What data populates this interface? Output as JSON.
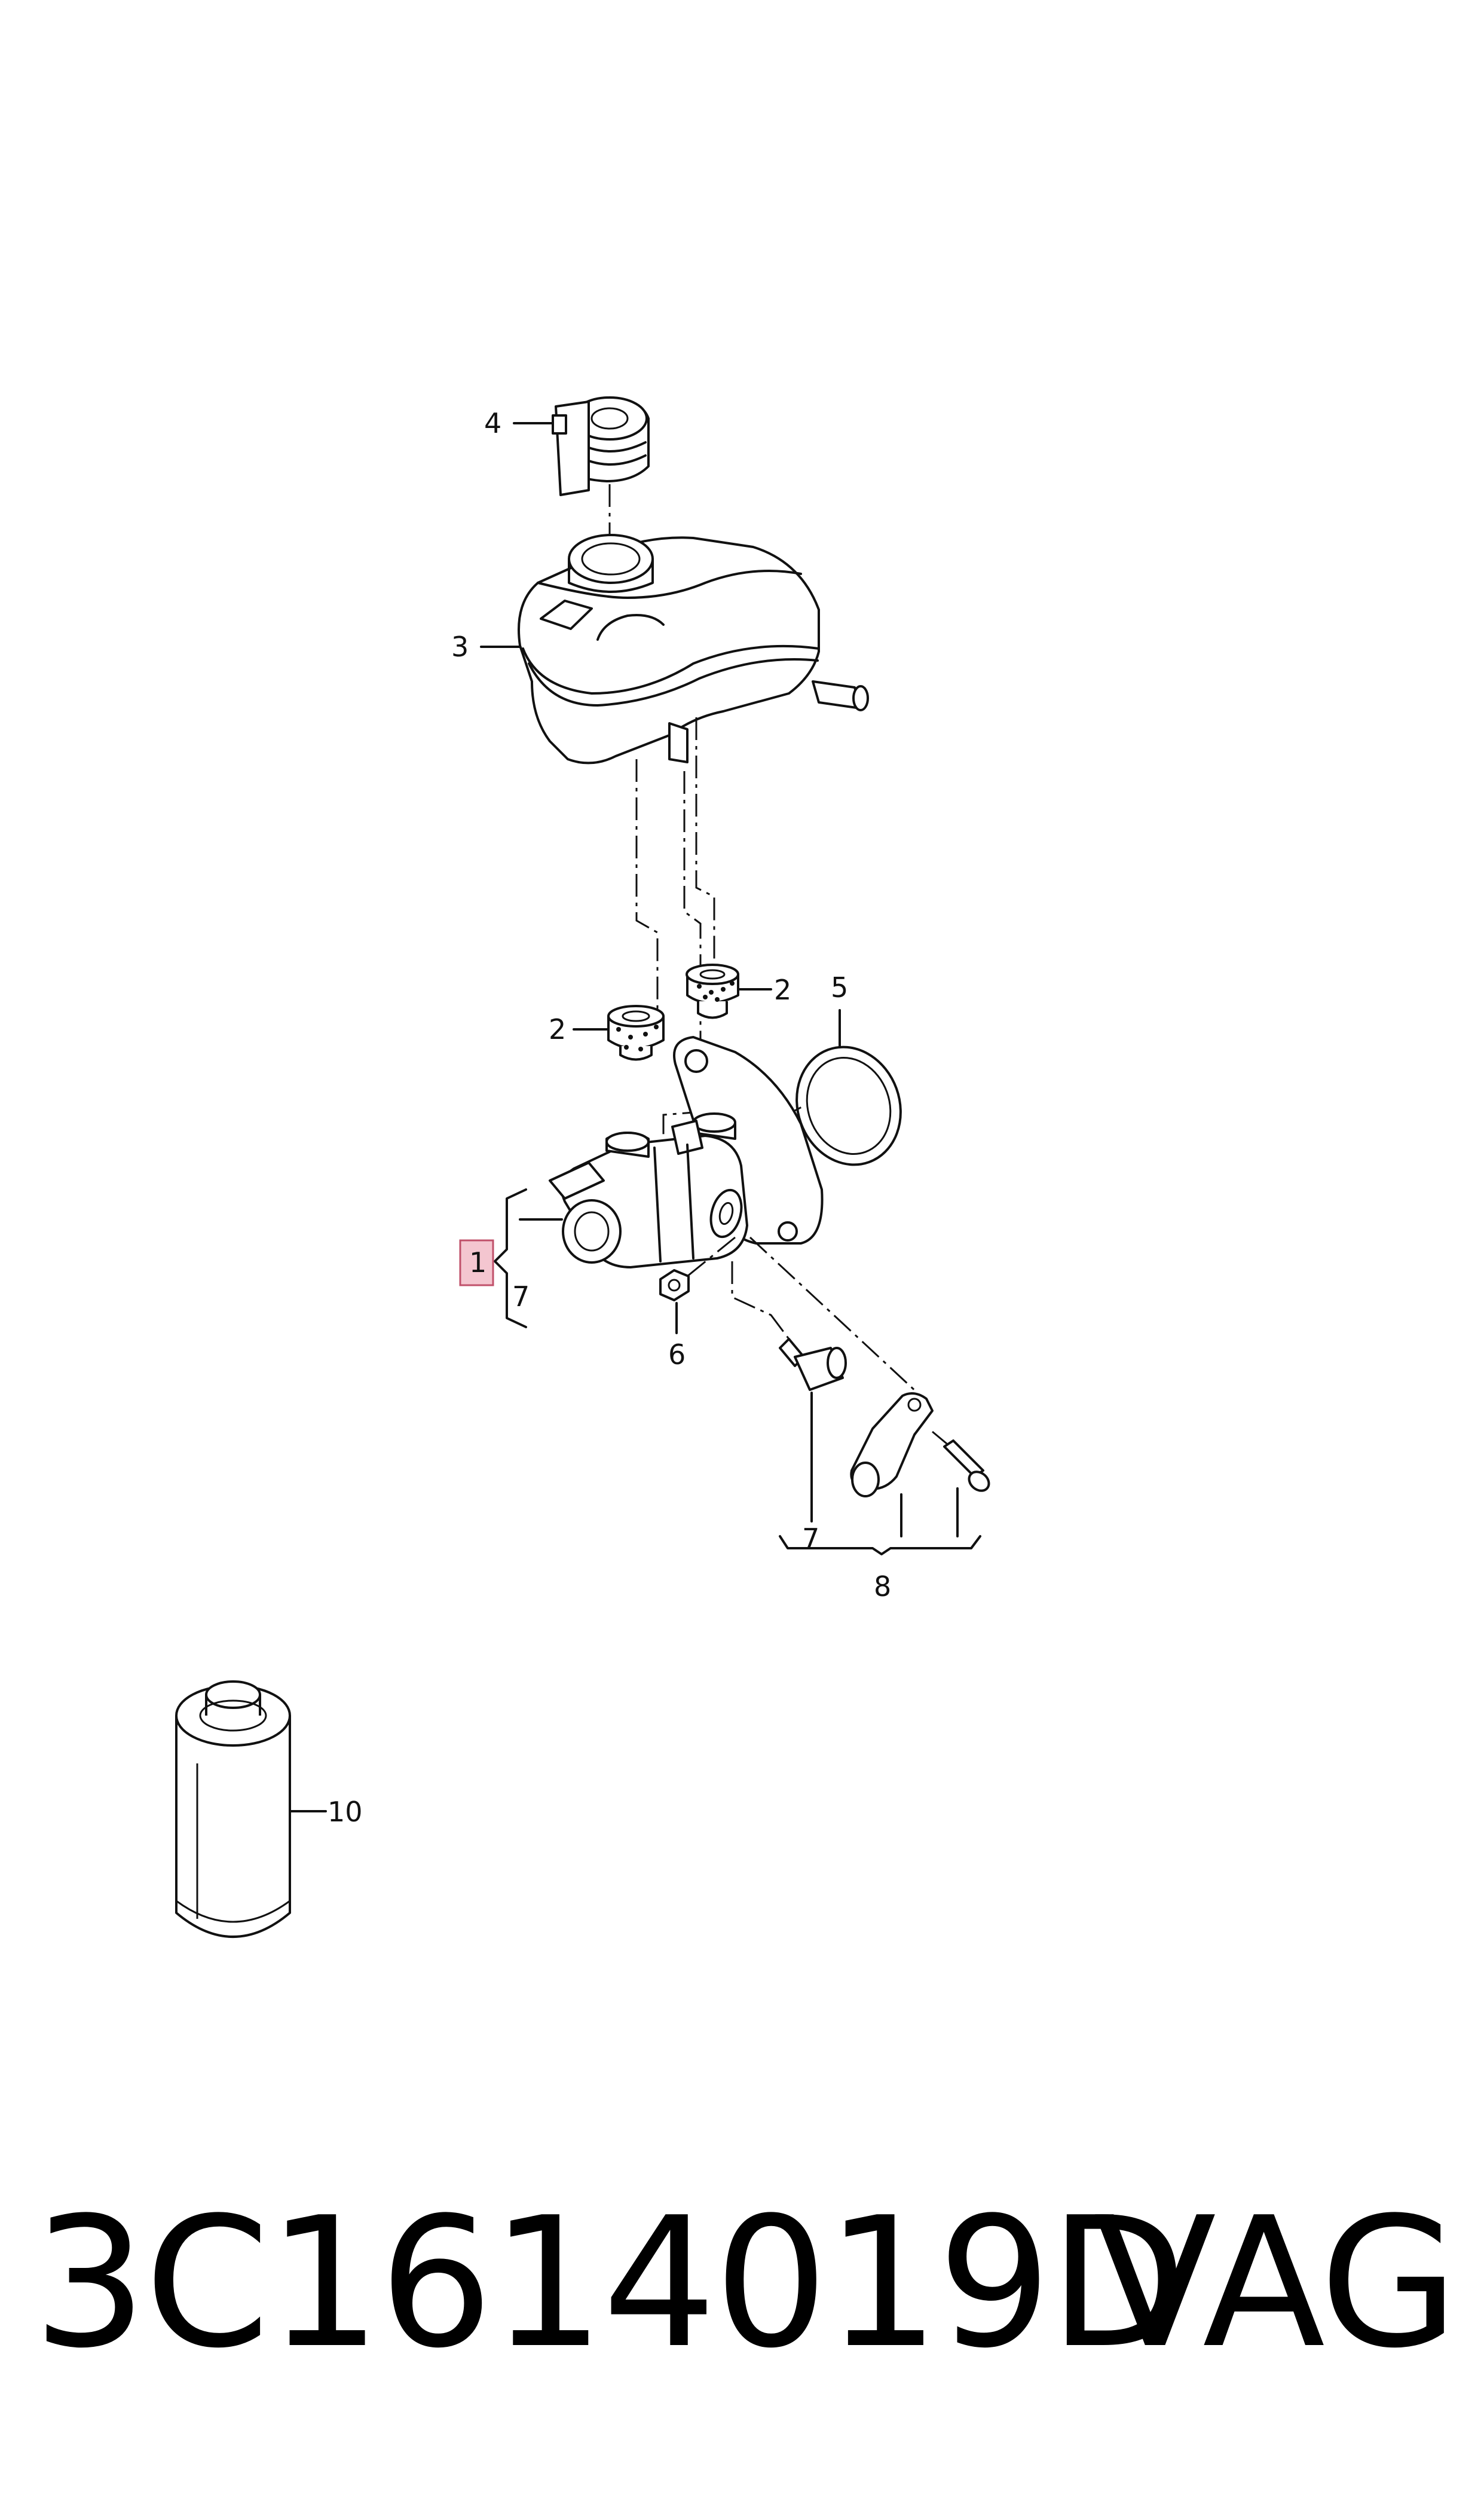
{
  "diagram": {
    "callouts": {
      "c1": "1",
      "c2a": "2",
      "c2b": "2",
      "c3": "3",
      "c4": "4",
      "c5": "5",
      "c6": "6",
      "c7a": "7",
      "c7b": "7",
      "c8": "8",
      "c10": "10"
    },
    "highlight_color": "#f4c6d0"
  },
  "footer": {
    "part_number": "3C1614019D",
    "brand": "VAG"
  }
}
